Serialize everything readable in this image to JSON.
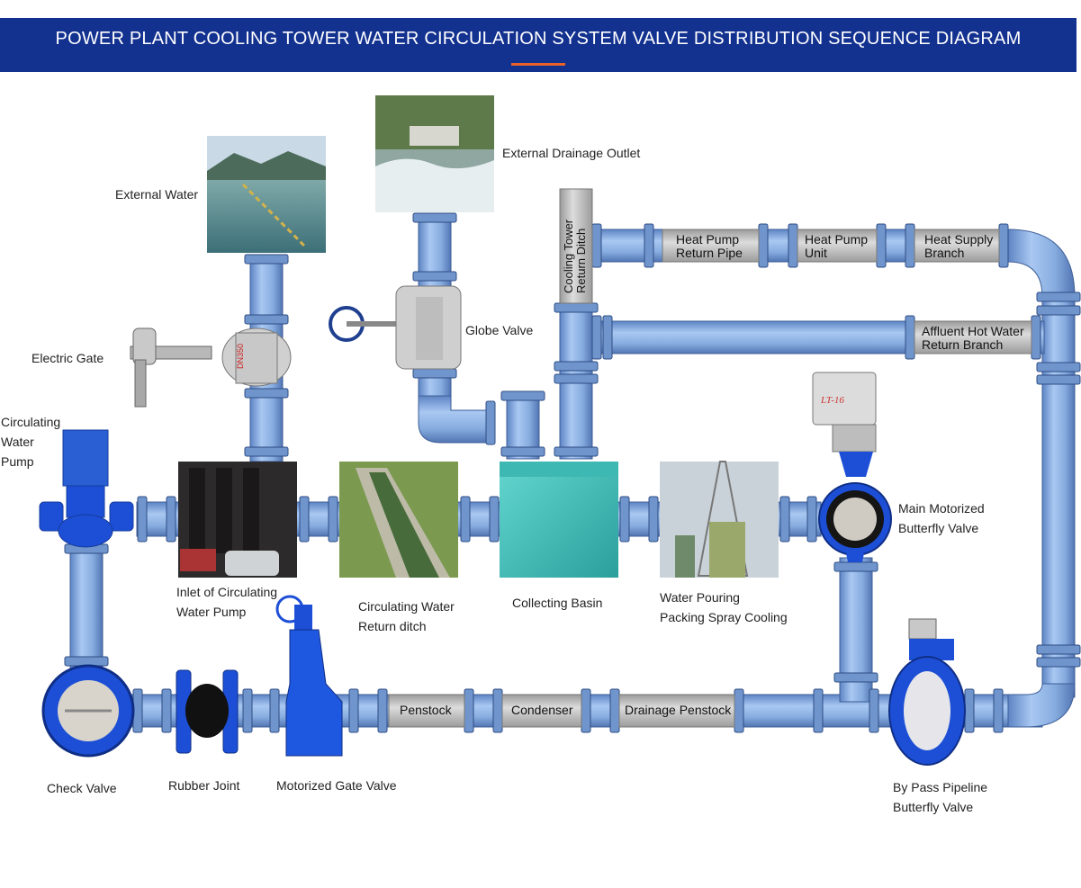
{
  "title": "POWER PLANT COOLING TOWER WATER CIRCULATION SYSTEM VALVE DISTRIBUTION SEQUENCE DIAGRAM",
  "colors": {
    "banner": "#13318f",
    "accent": "#e8622a",
    "pipe": "#8fb4e6",
    "pipe_dark": "#6f95cc",
    "label_tag": "#c5c5c5",
    "valve_blue": "#1d4fd6"
  },
  "labels": {
    "external_water": "External Water",
    "external_drainage_outlet": "External Drainage Outlet",
    "electric_gate": "Electric Gate",
    "globe_valve": "Globe Valve",
    "circulating_water_pump": [
      "Circulating",
      "Water",
      "Pump"
    ],
    "inlet_pump": [
      "Inlet of Circulating",
      "Water Pump"
    ],
    "return_ditch": [
      "Circulating Water",
      "Return ditch"
    ],
    "collecting_basin": "Collecting Basin",
    "spray_cooling": [
      "Water Pouring",
      "Packing Spray Cooling"
    ],
    "main_butterfly": [
      "Main Motorized",
      "Butterfly Valve"
    ],
    "check_valve": "Check Valve",
    "rubber_joint": "Rubber Joint",
    "motorized_gate_valve": "Motorized Gate Valve",
    "bypass_butterfly": [
      "By Pass Pipeline",
      "Butterfly Valve"
    ],
    "actuator_tag": "LT-16"
  },
  "pipe_labels": {
    "cooling_tower_return": [
      "Cooling Tower",
      "Return Ditch"
    ],
    "heat_pump_return": [
      "Heat Pump",
      "Return Pipe"
    ],
    "heat_pump_unit": [
      "Heat Pump",
      "Unit"
    ],
    "heat_supply_branch": [
      "Heat Supply",
      "Branch"
    ],
    "affluent_hot_water": [
      "Affluent Hot Water",
      "Return Branch"
    ],
    "penstock": "Penstock",
    "condenser": "Condenser",
    "drainage_penstock": "Drainage Penstock"
  }
}
